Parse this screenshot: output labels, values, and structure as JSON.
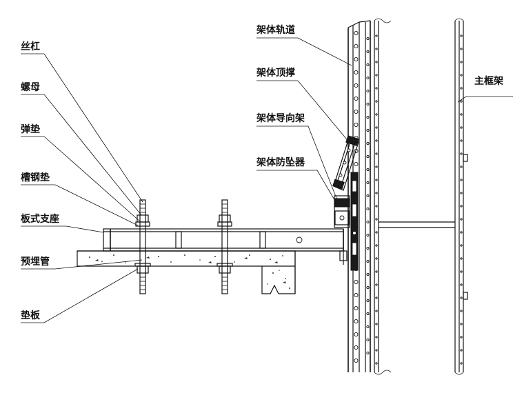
{
  "labels": {
    "lead_screw": "丝杠",
    "nut": "螺母",
    "spring_washer": "弹垫",
    "channel_washer": "槽钢垫",
    "plate_support": "板式支座",
    "embedded_pipe": "预埋管",
    "backing_plate": "垫板",
    "frame_track": "架体轨道",
    "frame_top_brace": "架体顶撑",
    "frame_guide": "架体导向架",
    "frame_anti_fall": "架体防坠器",
    "main_frame": "主框架"
  },
  "colors": {
    "ink": "#111111",
    "paper": "#ffffff"
  }
}
